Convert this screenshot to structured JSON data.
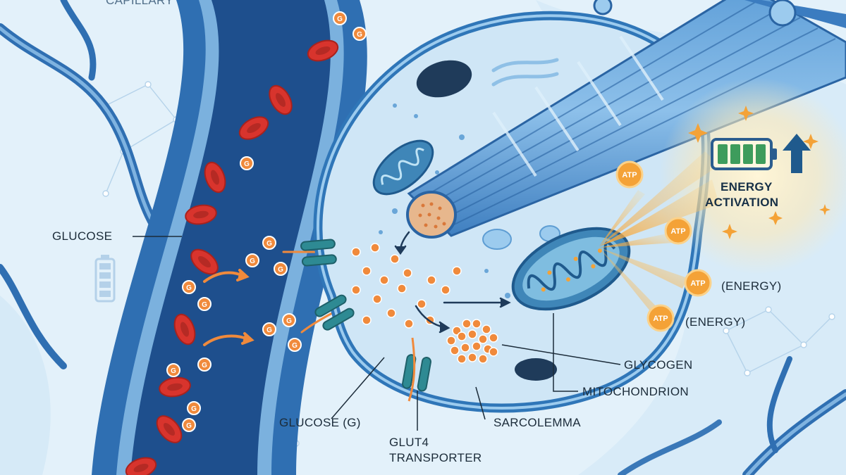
{
  "diagram": {
    "labels": {
      "capillary": "CAPILLARY",
      "glucose": "GLUCOSE",
      "glucose_g": "GLUCOSE (G)",
      "glut4_line1": "GLUT4",
      "glut4_line2": "TRANSPORTER",
      "sarcolemma": "SARCOLEMMA",
      "glycogen": "GLYCOGEN",
      "mitochondrion": "MITOCHONDRION",
      "energy_1": "(ENERGY)",
      "energy_2": "(ENERGY)",
      "energy_activation_line1": "ENERGY",
      "energy_activation_line2": "ACTIVATION"
    },
    "glucose_marker_letter": "G",
    "atp_label": "ATP",
    "colors": {
      "background": "#e3f1fa",
      "capillary_wall": "#2f6fb2",
      "blood_interior": "#1e4f8d",
      "red_blood_cell": "#d8342d",
      "glucose_orange": "#f08a3c",
      "cell_membrane": "#2f76b8",
      "transporter_teal": "#2e8a93",
      "energy_gold": "#f4a237",
      "battery_green": "#3e9c5c"
    }
  }
}
